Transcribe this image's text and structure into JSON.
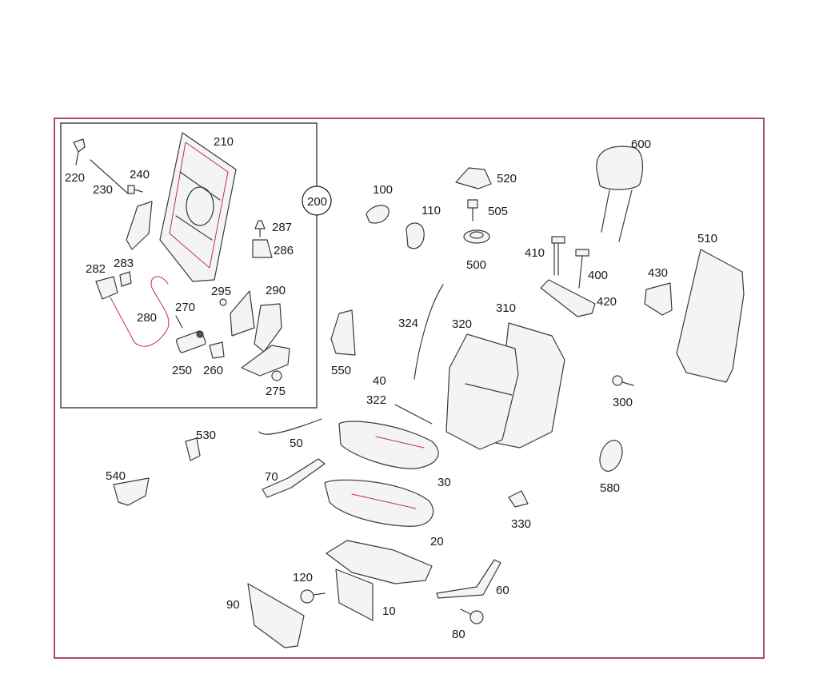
{
  "parts": {
    "p10": "10",
    "p20": "20",
    "p30": "30",
    "p40": "40",
    "p50": "50",
    "p60": "60",
    "p70": "70",
    "p80": "80",
    "p90": "90",
    "p100": "100",
    "p110": "110",
    "p120": "120",
    "p200": "200",
    "p210": "210",
    "p220": "220",
    "p230": "230",
    "p240": "240",
    "p250": "250",
    "p260": "260",
    "p270": "270",
    "p275": "275",
    "p280": "280",
    "p282": "282",
    "p283": "283",
    "p286": "286",
    "p287": "287",
    "p290": "290",
    "p295": "295",
    "p300": "300",
    "p310": "310",
    "p320": "320",
    "p322": "322",
    "p324": "324",
    "p330": "330",
    "p400": "400",
    "p410": "410",
    "p420": "420",
    "p430": "430",
    "p500": "500",
    "p505": "505",
    "p510": "510",
    "p520": "520",
    "p530": "530",
    "p540": "540",
    "p550": "550",
    "p580": "580",
    "p600": "600"
  },
  "colors": {
    "frame": "#8a1030",
    "line": "#3a3a3a",
    "accent": "#c0304a"
  }
}
